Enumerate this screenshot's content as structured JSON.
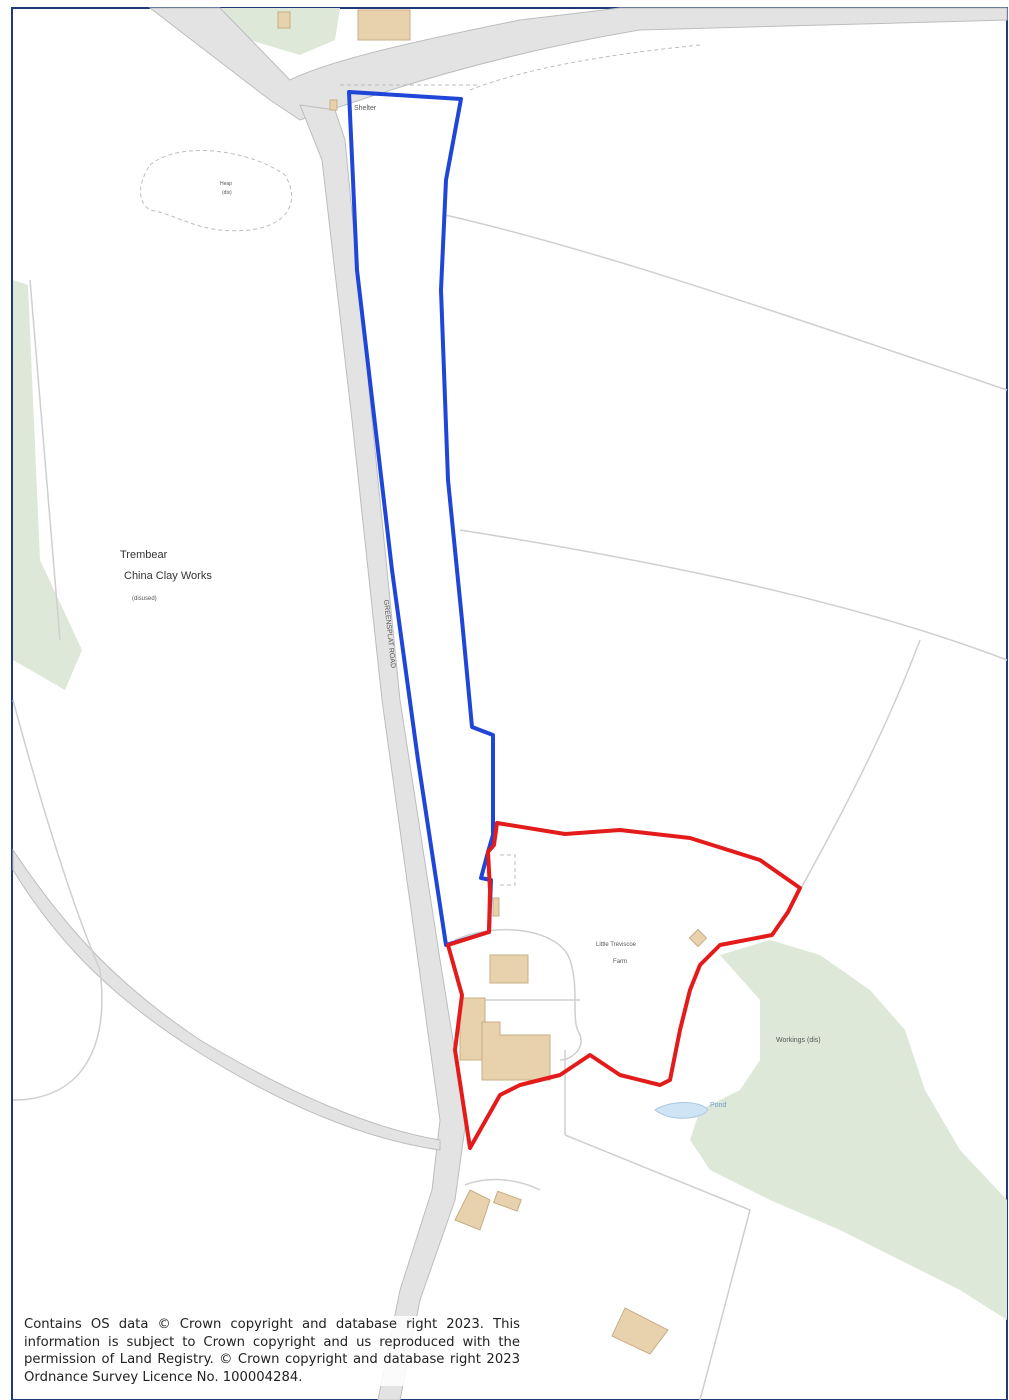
{
  "map": {
    "colors": {
      "frame": "#1f3a7a",
      "road": "#e3e3e3",
      "road_edge": "#bdbdbd",
      "woodland": "#dde8d8",
      "building": "#e8d2ae",
      "building_edge": "#c7ad84",
      "water": "#cfe4f5",
      "field_line": "#cfcfcf",
      "site_boundary": "#e31b1b",
      "other_land": "#1f46d6"
    },
    "labels": {
      "shelter": "Shelter",
      "place_name_line1": "Trembear",
      "place_name_line2": "China Clay Works",
      "disused": "(disused)",
      "road_name": "GREENSPLAT ROAD",
      "farm_line1": "Little Treviscoe",
      "farm_line2": "Farm",
      "workings": "Workings (dis)",
      "pond": "Pond",
      "small_label_1": "Heap",
      "small_label_2": "(dis)"
    },
    "copyright": "Contains OS data © Crown copyright and database right 2023. This information is subject to Crown copyright and us reproduced with the permission of Land Registry.  © Crown copyright and database right 2023 Ordnance Survey Licence No. 100004284."
  }
}
